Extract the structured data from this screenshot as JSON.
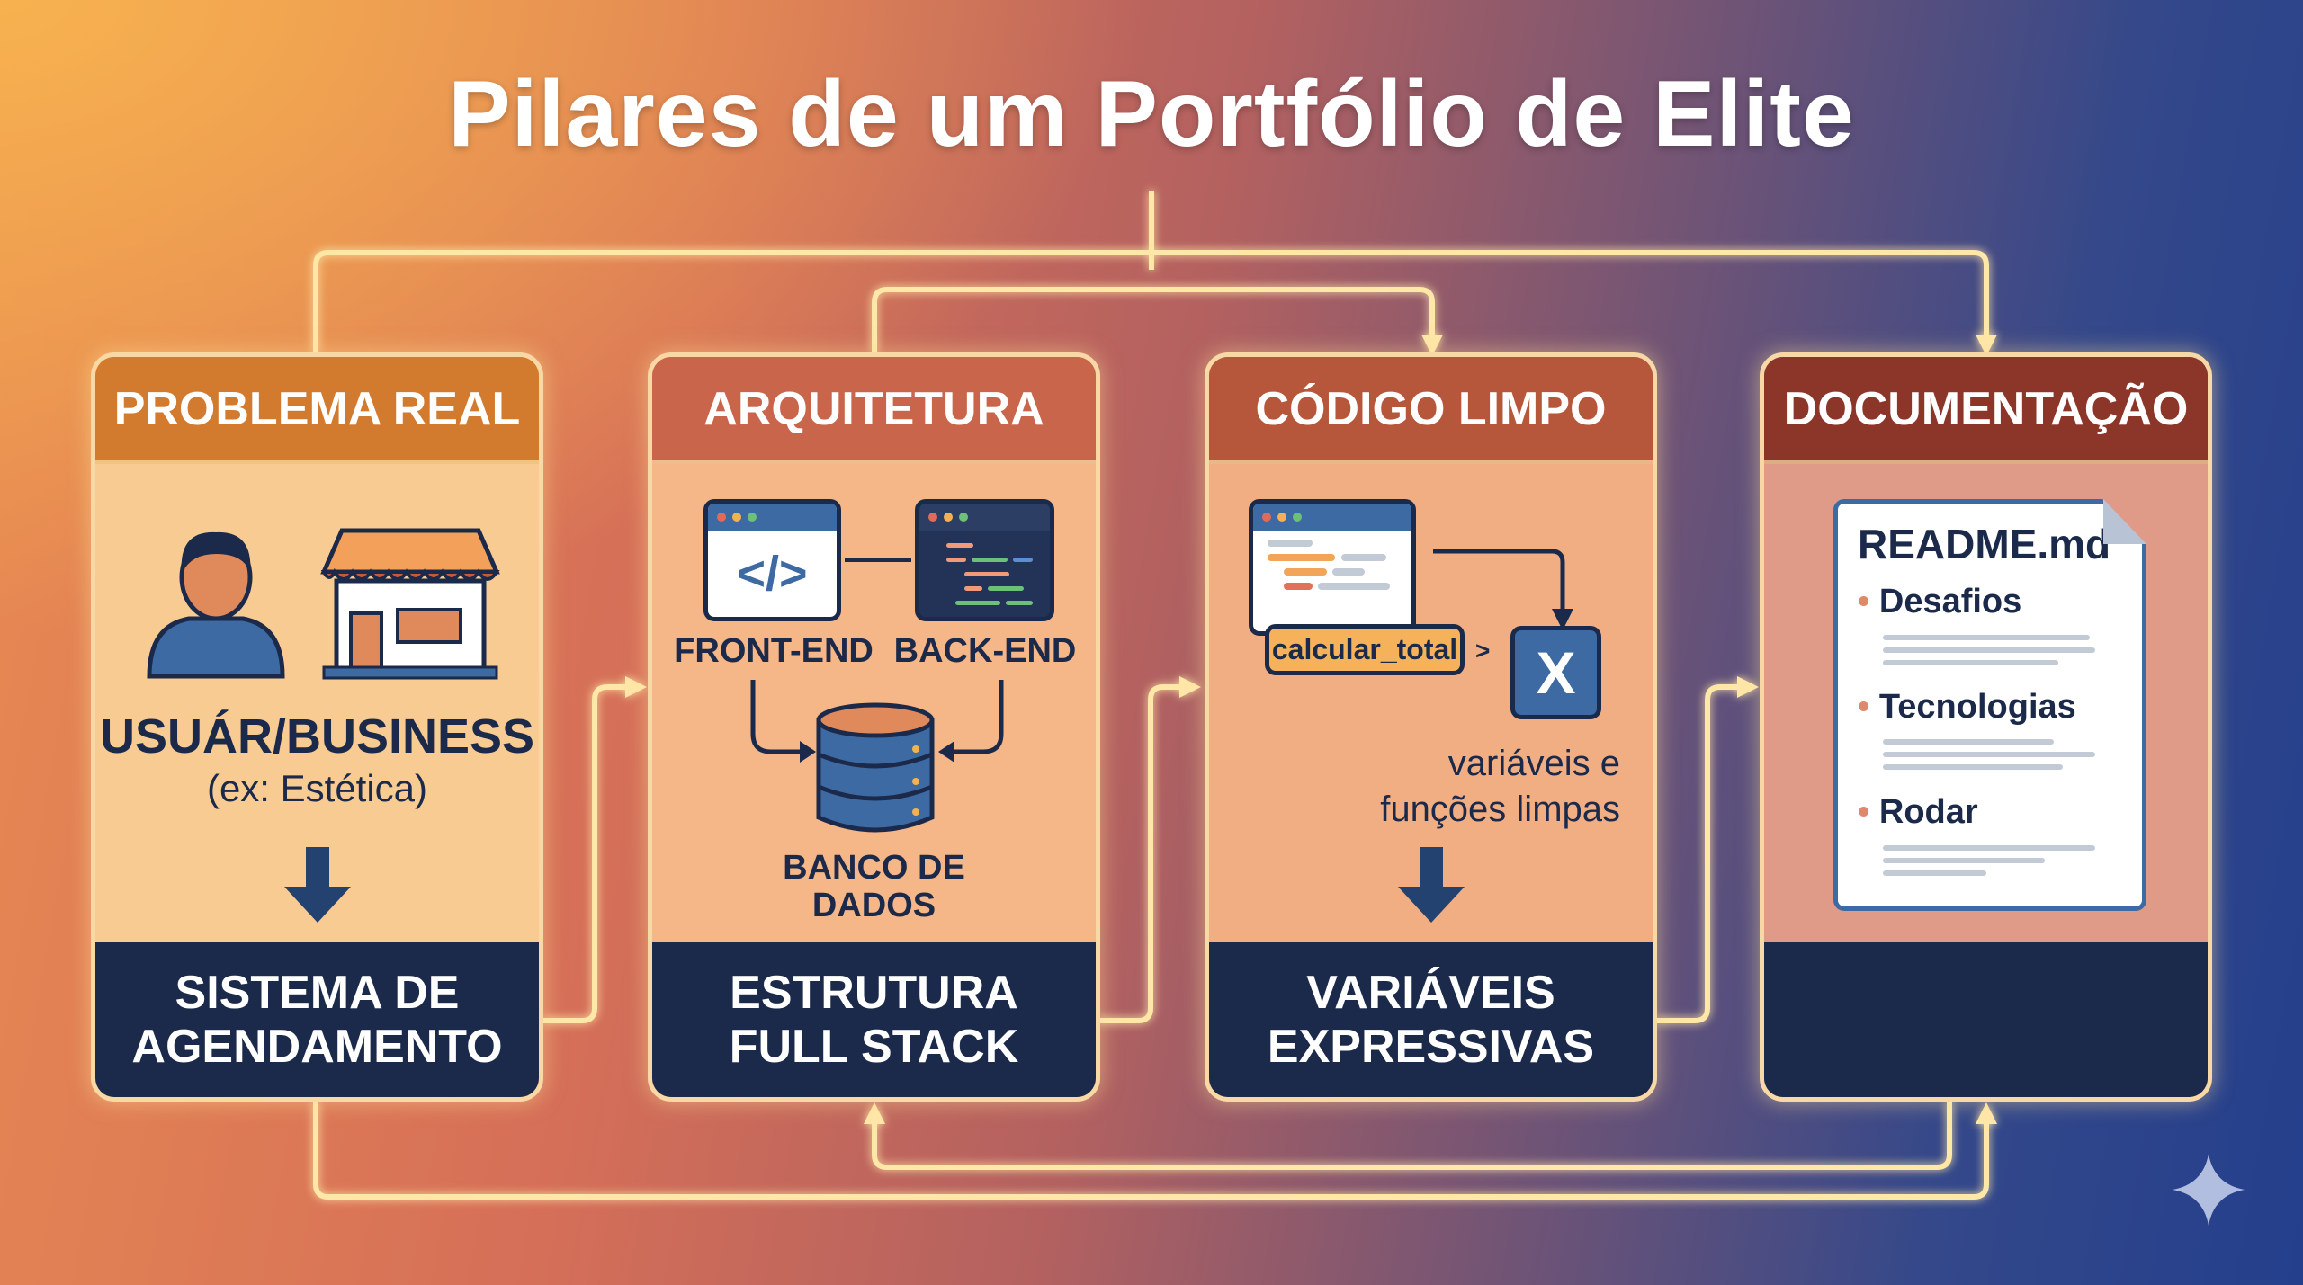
{
  "title": "Pilares de um Portfólio de Elite",
  "colors": {
    "footer": "#1b2a4a",
    "connector": "#ffe7a8",
    "icon_blue": "#3d6aa3"
  },
  "cards": [
    {
      "header": "PROBLEMA REAL",
      "subject": "USUÁR/BUSINESS",
      "example": "(ex: Estética)",
      "footer": [
        "SISTEMA DE",
        "AGENDAMENTO"
      ]
    },
    {
      "header": "ARQUITETURA",
      "front": "FRONT-END",
      "back": "BACK-END",
      "code_glyph": "</>",
      "db": [
        "BANCO DE",
        "DADOS"
      ],
      "footer": [
        "ESTRUTURA",
        "FULL STACK"
      ]
    },
    {
      "header": "CÓDIGO LIMPO",
      "function_name": "calcular_total",
      "chevron": ">",
      "var_glyph": "X",
      "caption": [
        "variáveis e",
        "funções limpas"
      ],
      "footer": [
        "VARIÁVEIS",
        "EXPRESSIVAS"
      ]
    },
    {
      "header": "DOCUMENTAÇÃO",
      "doc_title": "README.md",
      "sections": [
        "Desafios",
        "Tecnologias",
        "Rodar"
      ],
      "footer": []
    }
  ]
}
